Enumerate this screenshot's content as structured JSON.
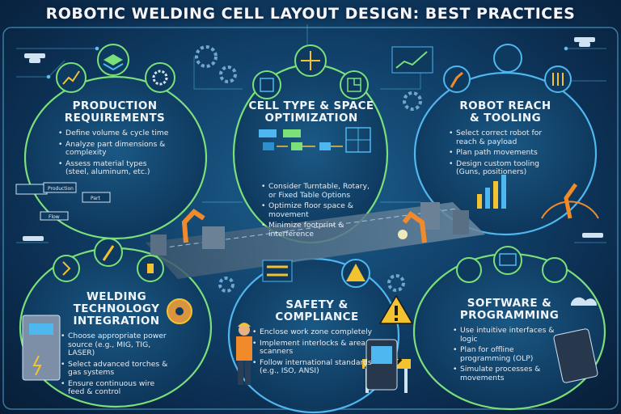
{
  "title": "ROBOTIC WELDING CELL LAYOUT DESIGN: BEST PRACTICES",
  "panels": {
    "production": {
      "heading": [
        "PRODUCTION",
        "REQUIREMENTS"
      ],
      "bullets": [
        "Define volume & cycle time",
        "Analyze part dimensions & complexity",
        "Assess material types (steel, aluminum, etc.)"
      ]
    },
    "cell": {
      "heading": [
        "CELL TYPE & SPACE",
        "OPTIMIZATION"
      ],
      "bullets": [
        "Consider Turntable, Rotary, or Fixed Table Options",
        "Optimize floor space & movement",
        "Minimize footprint & interference"
      ]
    },
    "robot": {
      "heading": [
        "ROBOT REACH",
        "& TOOLING"
      ],
      "bullets": [
        "Select correct robot for reach & payload",
        "Plan path movements",
        "Design custom tooling (Guns, positioners)"
      ]
    },
    "welding": {
      "heading": [
        "WELDING",
        "TECHNOLOGY",
        "INTEGRATION"
      ],
      "bullets": [
        "Choose appropriate power source (e.g., MIG, TIG, LASER)",
        "Select advanced torches & gas systems",
        "Ensure continuous wire feed & control"
      ]
    },
    "safety": {
      "heading": [
        "SAFETY &",
        "COMPLIANCE"
      ],
      "bullets": [
        "Enclose work zone completely",
        "Implement interlocks & area scanners",
        "Follow international standards (e.g., ISO, ANSI)"
      ]
    },
    "software": {
      "heading": [
        "SOFTWARE &",
        "PROGRAMMING"
      ],
      "bullets": [
        "Use intuitive interfaces & logic",
        "Plan for offline programming (OLP)",
        "Simulate processes & movements"
      ]
    }
  },
  "flow_labels": [
    "Production",
    "Part",
    "Flow"
  ],
  "colors": {
    "accent_green": "#7be07a",
    "accent_blue": "#4fb7f0",
    "warning": "#f2c230",
    "robot_orange": "#f08a2a"
  }
}
